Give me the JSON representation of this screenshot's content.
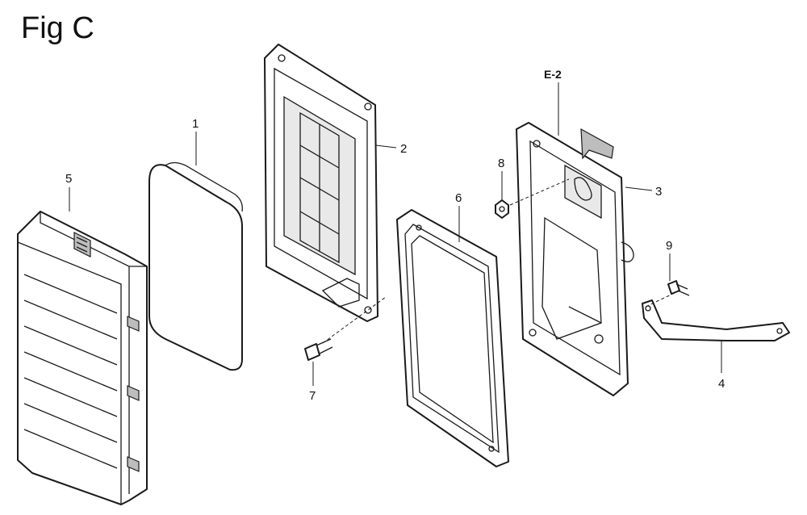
{
  "figure": {
    "title": "Fig C"
  },
  "callouts": {
    "p1": "1",
    "p2": "2",
    "p3": "3",
    "p4": "4",
    "p5": "5",
    "p6": "6",
    "p7": "7",
    "p8": "8",
    "p9": "9",
    "ref": "E-2"
  }
}
